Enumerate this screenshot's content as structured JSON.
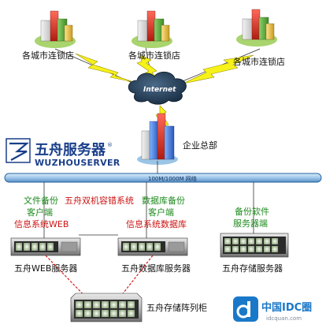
{
  "nodes": {
    "store_left": "各城市连锁店",
    "store_center": "各城市连锁店",
    "store_right": "各城市连锁店",
    "internet": "Internet",
    "hq": "企业总部",
    "network_bus": "100M/1000M 网络",
    "web_server": "五舟WEB服务器",
    "db_server": "五舟数据库服务器",
    "storage_server": "五舟存储服务器",
    "storage_array": "五舟存储阵列柜"
  },
  "annotations": {
    "file_backup_line1": "文件备份",
    "file_backup_line2": "客户端",
    "dual_hot": "五舟双机容错系统",
    "db_backup_line1": "数据库备份",
    "db_backup_line2": "客户端",
    "info_web": "信息系统WEB",
    "info_db": "信息系统数据库",
    "backup_sw_line1": "备份软件",
    "backup_sw_line2": "服务器端"
  },
  "brand": {
    "name_cn": "五舟服务器",
    "name_en": "WUZHOUSERVER",
    "registered": "®"
  },
  "watermark": {
    "name": "中国IDC圈",
    "url": "idcquan.com"
  },
  "colors": {
    "bus_fill": "#9ec6ea",
    "bus_stroke": "#1f5f9a",
    "lightning": "#f6f21a",
    "lightning_stroke": "#9a8c00",
    "cloud": "#1c3650",
    "green_text": "#1d8a1d",
    "red_text": "#cc1414",
    "brand_blue": "#1a3f8a",
    "sync_line": "#d81818",
    "watermark_blue": "#1a78c8"
  }
}
